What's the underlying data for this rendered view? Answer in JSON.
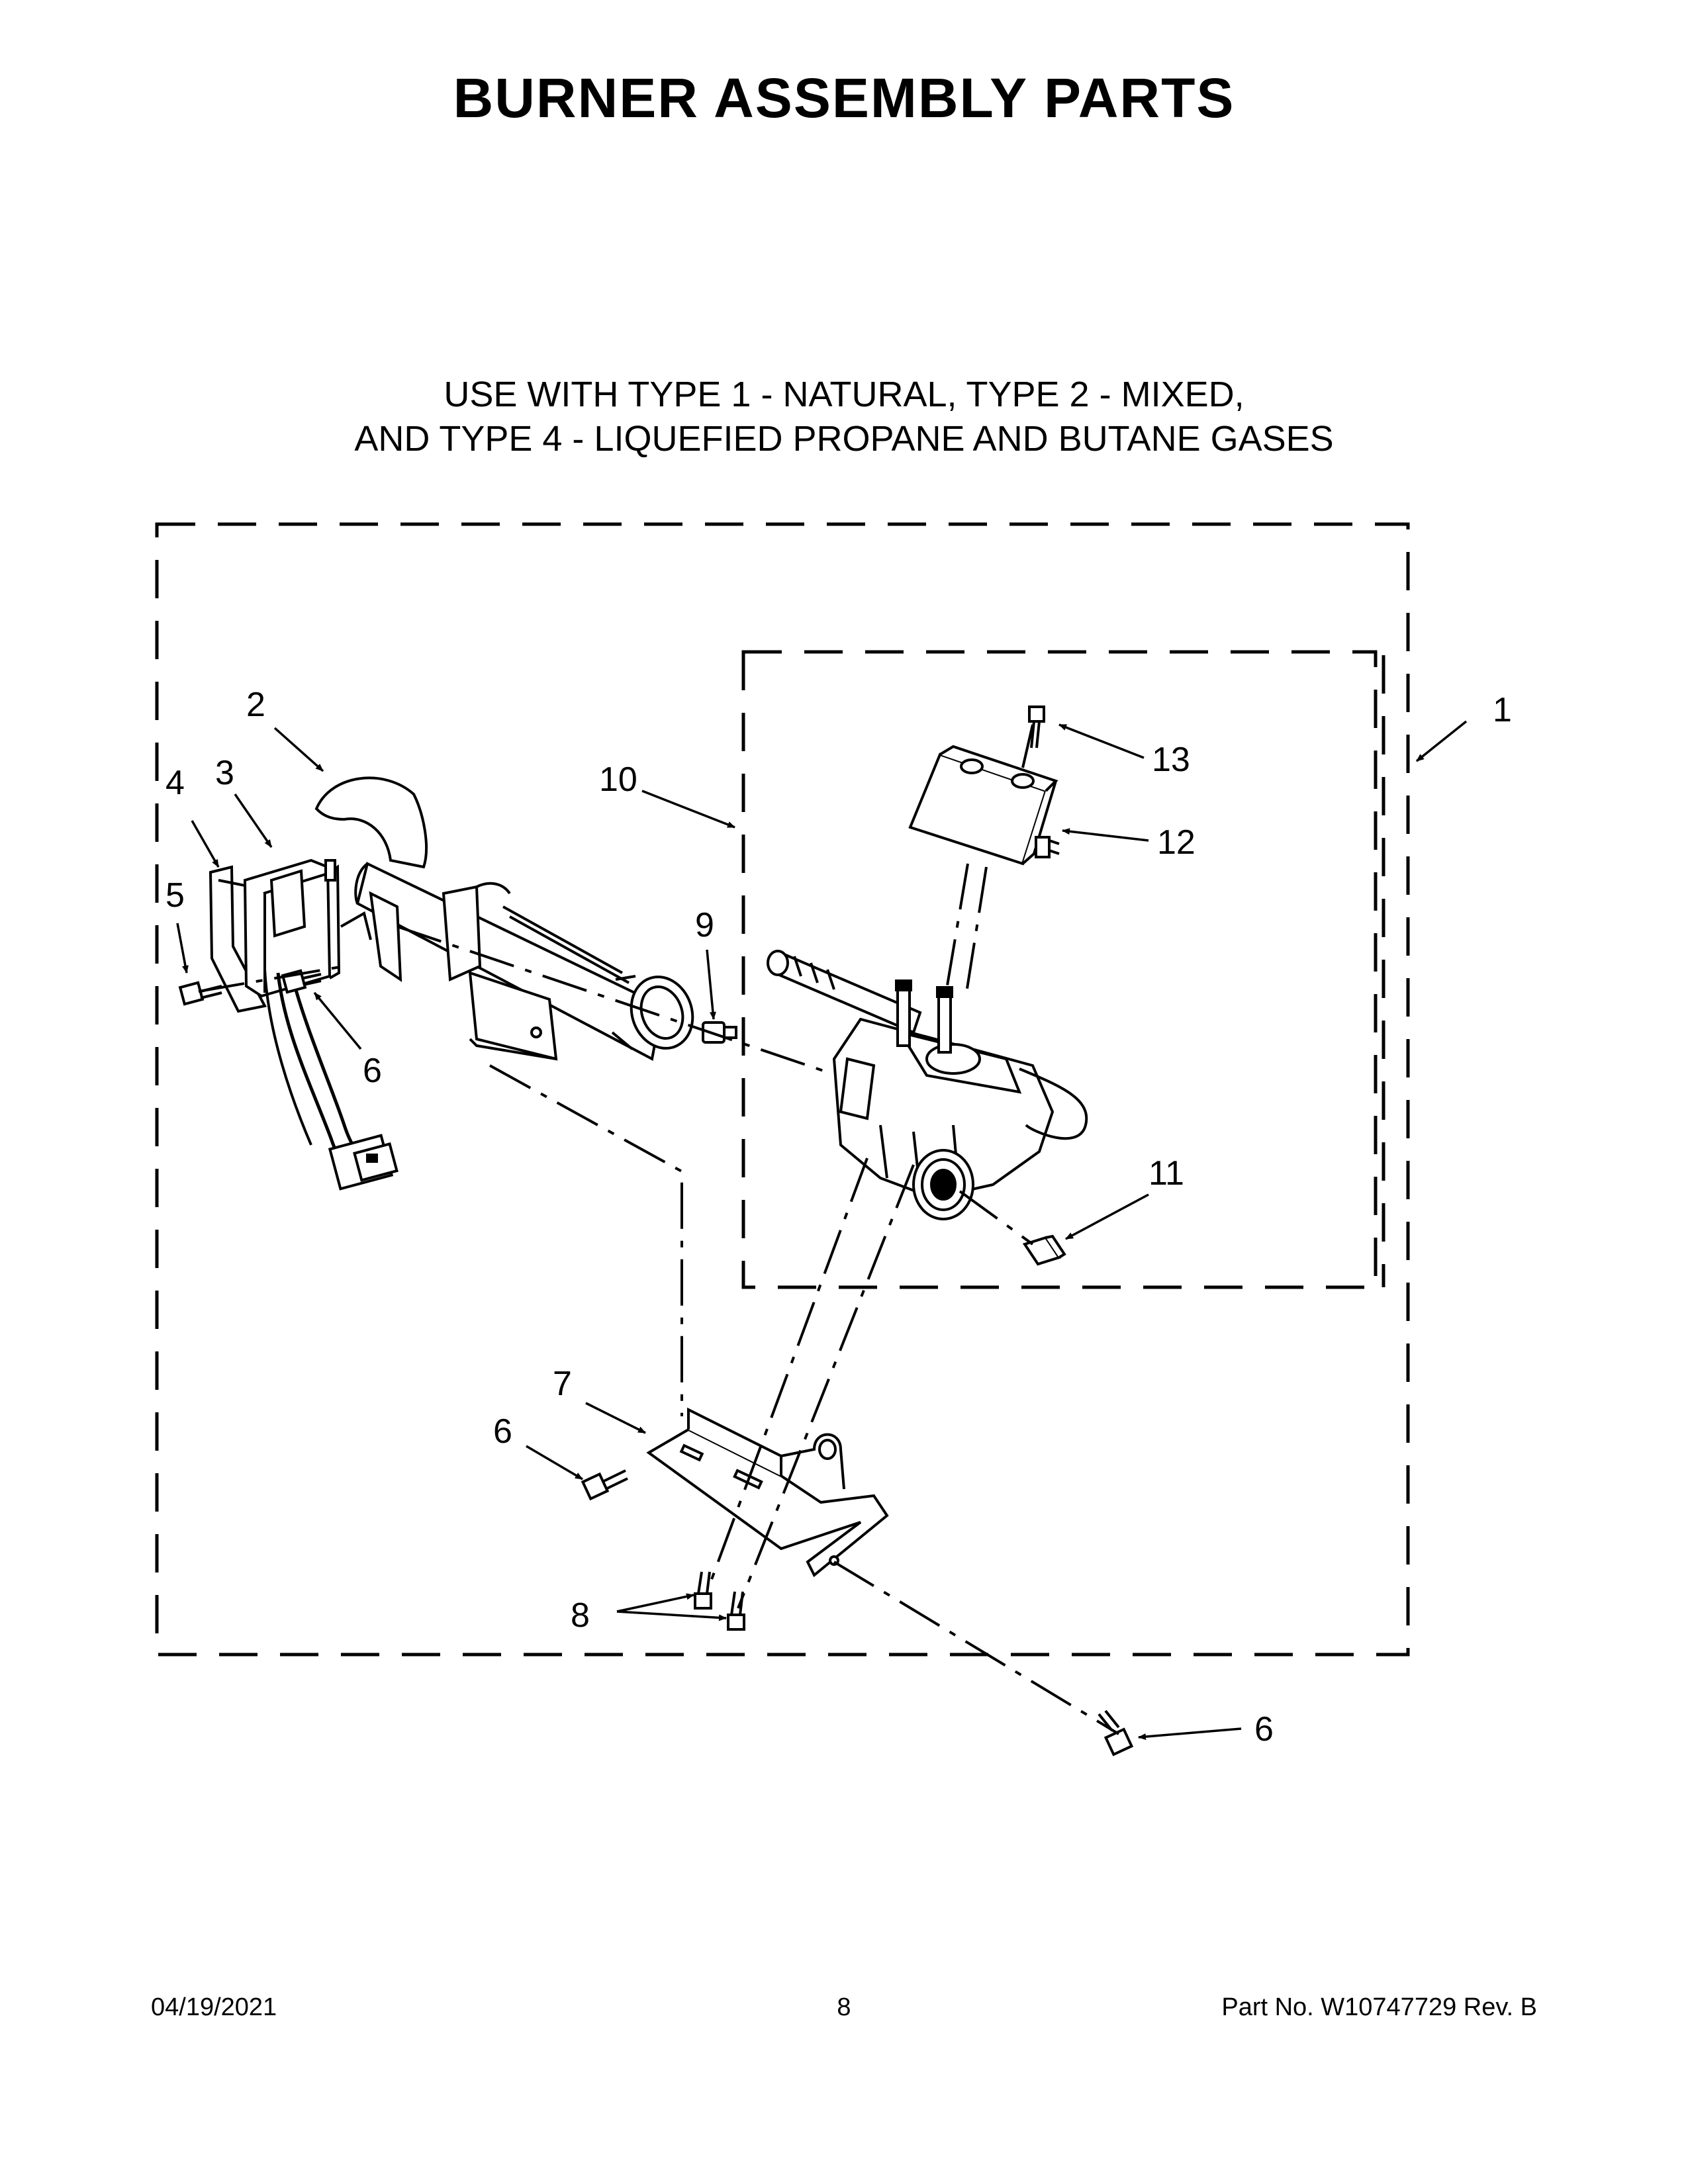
{
  "title": "BURNER ASSEMBLY PARTS",
  "subtitle_line1": "USE WITH TYPE 1 - NATURAL, TYPE 2 - MIXED,",
  "subtitle_line2": "AND TYPE 4 - LIQUEFIED PROPANE AND BUTANE GASES",
  "callouts": {
    "c1": "1",
    "c2": "2",
    "c3": "3",
    "c4": "4",
    "c5": "5",
    "c6a": "6",
    "c6b": "6",
    "c6c": "6",
    "c7": "7",
    "c8": "8",
    "c9": "9",
    "c10": "10",
    "c11": "11",
    "c12": "12",
    "c13": "13"
  },
  "footer": {
    "date": "04/19/2021",
    "page": "8",
    "part": "Part No.  W10747729  Rev.  B"
  }
}
